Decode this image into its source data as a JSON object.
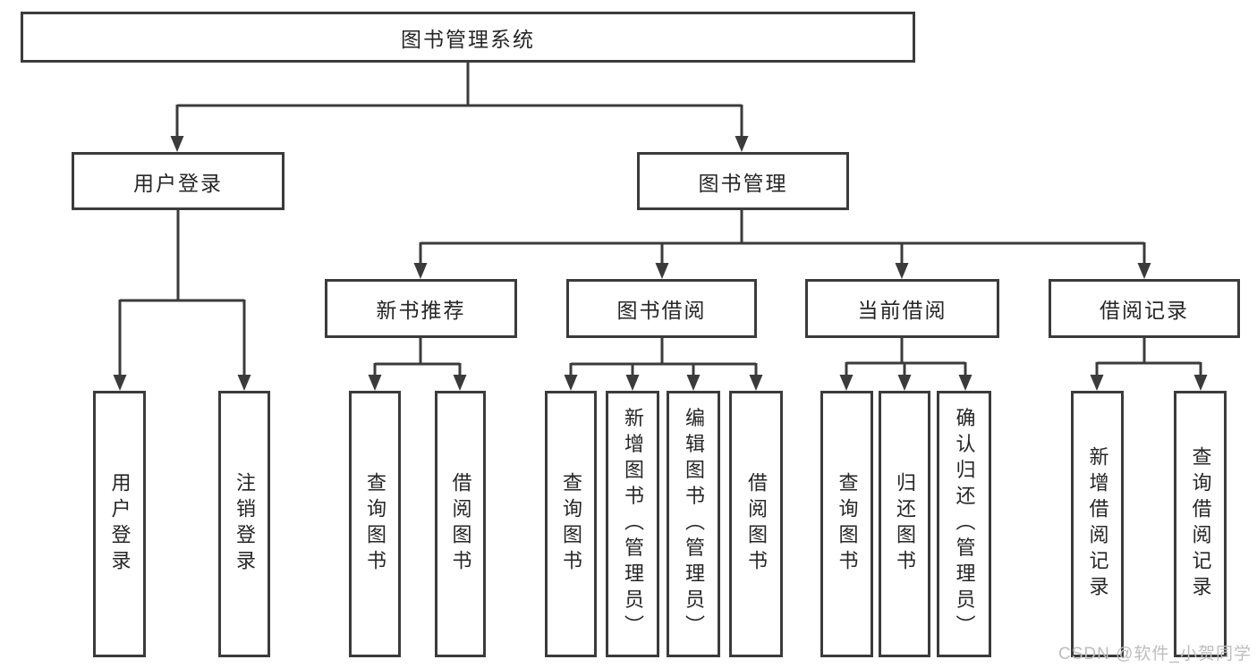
{
  "diagram_title": "图书管理系统",
  "colors": {
    "line": "#3b3b3b",
    "box_border": "#3b3b3b",
    "box_fill": "#ffffff",
    "text": "#262626",
    "watermark": "#bdbdbd",
    "background": "#ffffff"
  },
  "root": {
    "label": "图书管理系统"
  },
  "level2": [
    {
      "label": "用户登录",
      "parent": "图书管理系统"
    },
    {
      "label": "图书管理",
      "parent": "图书管理系统"
    }
  ],
  "level3": [
    {
      "label": "新书推荐",
      "parent": "图书管理"
    },
    {
      "label": "图书借阅",
      "parent": "图书管理"
    },
    {
      "label": "当前借阅",
      "parent": "图书管理"
    },
    {
      "label": "借阅记录",
      "parent": "图书管理"
    }
  ],
  "leaves": [
    {
      "label": "用户登录",
      "parent": "用户登录"
    },
    {
      "label": "注销登录",
      "parent": "用户登录"
    },
    {
      "label": "查询图书",
      "parent": "新书推荐"
    },
    {
      "label": "借阅图书",
      "parent": "新书推荐"
    },
    {
      "label": "查询图书",
      "parent": "图书借阅"
    },
    {
      "label": "新增图书（管理员）",
      "parent": "图书借阅"
    },
    {
      "label": "编辑图书（管理员）",
      "parent": "图书借阅"
    },
    {
      "label": "借阅图书",
      "parent": "图书借阅"
    },
    {
      "label": "查询图书",
      "parent": "当前借阅"
    },
    {
      "label": "归还图书",
      "parent": "当前借阅"
    },
    {
      "label": "确认归还（管理员）",
      "parent": "当前借阅"
    },
    {
      "label": "新增借阅记录",
      "parent": "借阅记录"
    },
    {
      "label": "查询借阅记录",
      "parent": "借阅记录"
    }
  ],
  "watermark": {
    "text": "CSDN @软件_小贺同学"
  }
}
